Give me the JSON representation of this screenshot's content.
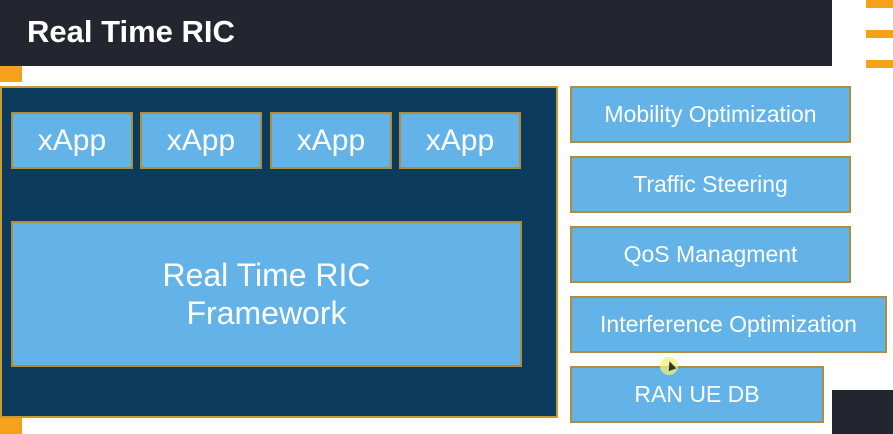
{
  "slide": {
    "title": "Real Time RIC"
  },
  "xapps": [
    "xApp",
    "xApp",
    "xApp",
    "xApp"
  ],
  "framework": {
    "line1": "Real Time RIC",
    "line2": "Framework"
  },
  "functions": [
    "Mobility Optimization",
    "Traffic Steering",
    "QoS Managment",
    "Interference Optimization",
    "RAN UE DB"
  ],
  "colors": {
    "header_bg": "#23262e",
    "accent": "#f5a21a",
    "panel_bg": "#0b3c5d",
    "box_fill": "#63b3e8",
    "box_border": "#b08d3a"
  }
}
